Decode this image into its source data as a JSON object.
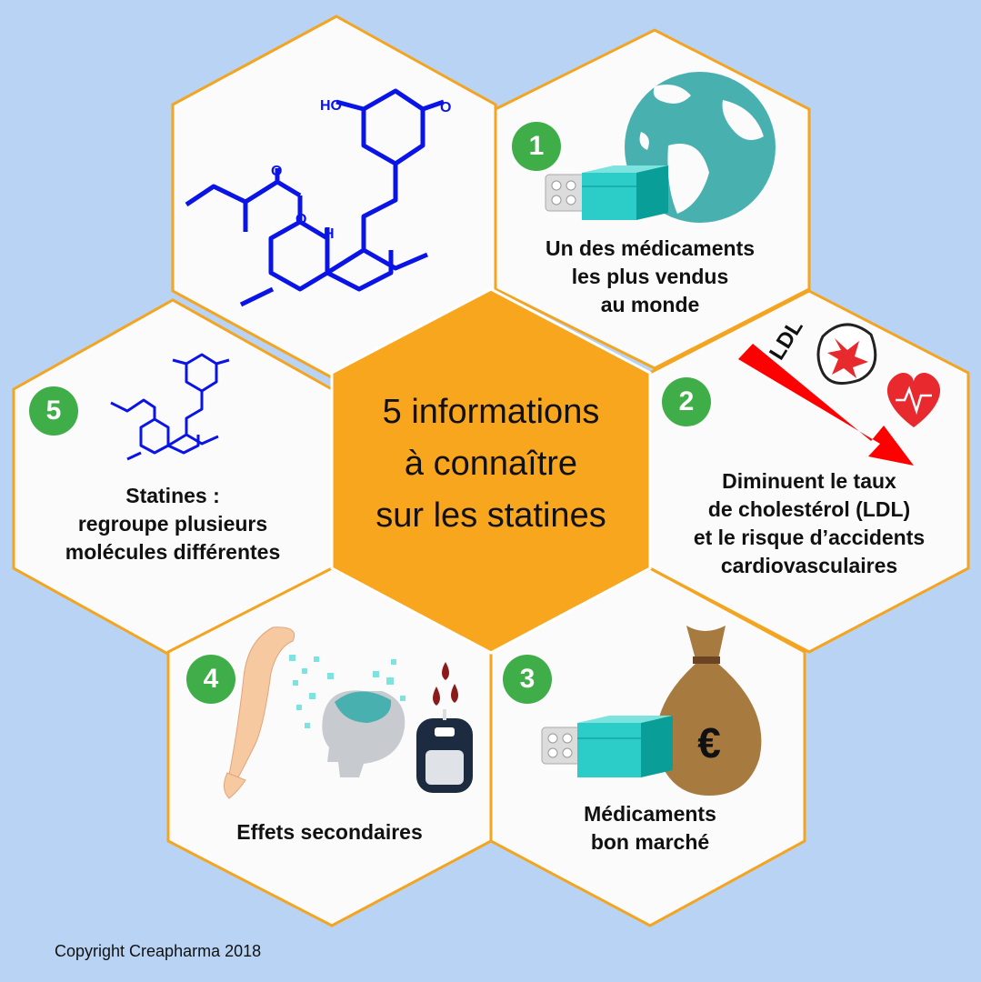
{
  "center": {
    "lines": [
      "5 informations",
      "à connaître",
      "sur les statines"
    ]
  },
  "items": [
    {
      "number": "1",
      "lines": [
        "Un des médicaments",
        "les plus vendus",
        "au monde"
      ]
    },
    {
      "number": "2",
      "lines": [
        "Diminuent le taux",
        "de cholestérol (LDL)",
        "et le risque d’accidents",
        "cardiovasculaires"
      ]
    },
    {
      "number": "3",
      "lines": [
        "Médicaments",
        "bon marché"
      ]
    },
    {
      "number": "4",
      "lines": [
        "Effets secondaires"
      ]
    },
    {
      "number": "5",
      "lines": [
        "Statines :",
        "regroupe plusieurs",
        "molécules différentes"
      ]
    }
  ],
  "labels": {
    "ldl": "LDL",
    "currency": "€",
    "ho": "HO",
    "h": "H",
    "o": "O"
  },
  "footer": {
    "copyright": "Copyright Creapharma 2018"
  },
  "colors": {
    "background": "#b8d3f3",
    "hex_border": "#f3a521",
    "hex_fill": "#fbfbfb",
    "center_fill": "#f8a61d",
    "badge": "#3fae49",
    "molecule": "#0a14e6",
    "globe": "#48b1b0",
    "box": "#2ccdc8",
    "arrow": "#ff0000",
    "bag": "#a77a3f"
  }
}
